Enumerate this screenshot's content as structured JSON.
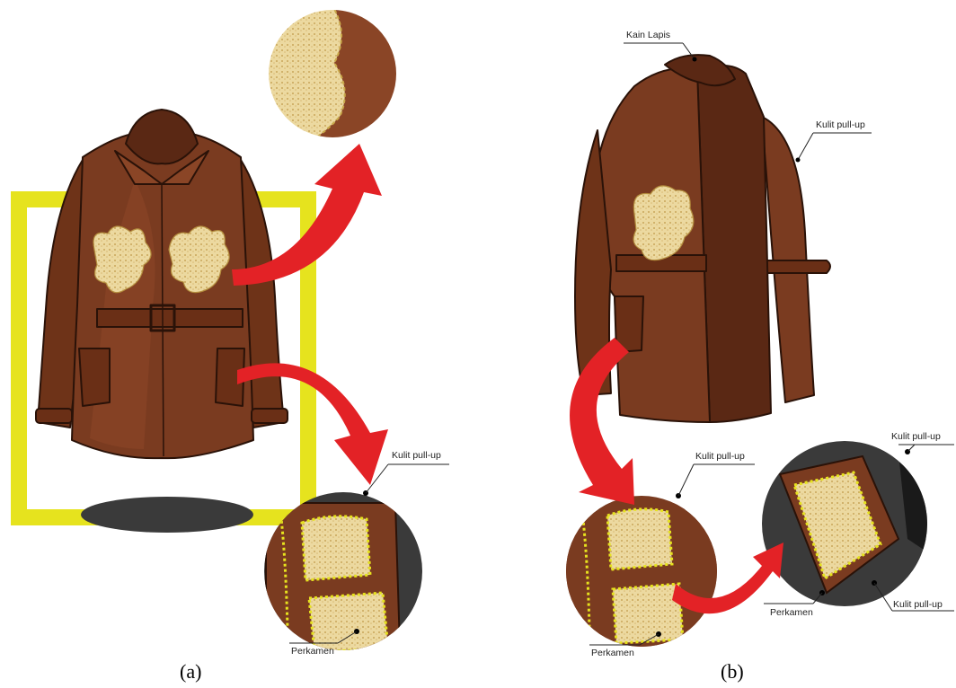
{
  "panel_a": {
    "caption": "(a)",
    "labels": {
      "leather": "Kulit pull-up",
      "parchment": "Perkamen"
    }
  },
  "panel_b": {
    "caption": "(b)",
    "labels": {
      "lining": "Kain Lapis",
      "leather_sleeve": "Kulit pull-up",
      "leather_pocket": "Kulit pull-up",
      "leather_edge": "Kulit pull-up",
      "parchment_pocket": "Perkamen",
      "parchment_detail": "Perkamen",
      "leather_detail": "Kulit pull-up"
    }
  },
  "colors": {
    "leather": "#7a3b20",
    "leather_dark": "#5a2814",
    "parchment": "#ecd9a0",
    "highlight": "#e6e31e",
    "arrow": "#e32226",
    "shadow": "#3a3a3a",
    "zoom_dark": "#3a3a3a"
  }
}
